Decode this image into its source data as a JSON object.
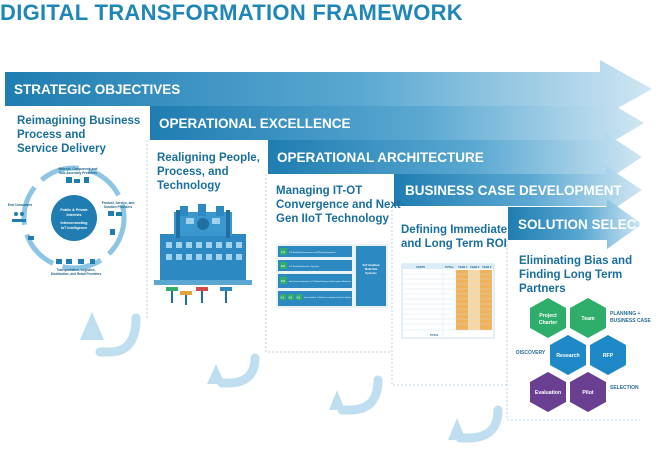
{
  "title": "DIGITAL TRANSFORMATION FRAMEWORK",
  "stages": [
    {
      "label": "STRATEGIC OBJECTIVES",
      "subtitle": [
        "Reimagining Business",
        "Process and",
        "Service Delivery"
      ]
    },
    {
      "label": "OPERATIONAL EXCELLENCE",
      "subtitle": [
        "Realigning People,",
        "Process, and",
        "Technology"
      ]
    },
    {
      "label": "OPERATIONAL ARCHITECTURE",
      "subtitle": [
        "Managing IT-OT",
        "Convergence and Next-",
        "Gen IIoT Technology"
      ]
    },
    {
      "label": "BUSINESS CASE DEVELOPMENT",
      "subtitle": [
        "Defining Immediate",
        "and Long Term ROI"
      ]
    },
    {
      "label": "SOLUTION SELECTION",
      "subtitle": [
        "Eliminating Bias and",
        "Finding Long Term Partners"
      ]
    }
  ],
  "strategic_cycle": {
    "center": [
      "Public & Private",
      "Interests",
      "Interconnecting",
      "IoT Intelligence"
    ],
    "top": [
      "Material, Component, and",
      "Sub-Assembly Providers"
    ],
    "right": [
      "Product, Service, and",
      "Solution Providers"
    ],
    "bottom": [
      "Transportation, Logistics,",
      "Distribution, and Retail Providers"
    ],
    "left": [
      "End Consumers"
    ]
  },
  "architecture": {
    "rows": [
      {
        "num": "1.0",
        "text": "IoT Enabled Governance and Planning Systems"
      },
      {
        "num": "2.0",
        "text": "IoT Enabled Business Systems"
      },
      {
        "num": "3.0",
        "text": "Smart Connected Operations - IoT Enabled Production, Quality, Inventory, Maintenance"
      },
      {
        "nums": [
          "4.1",
          "4.2",
          "4.3"
        ],
        "text": "Smart Connected Assets - IoT Enabled Sensors, Instrumentation, Controls, Assets, and Materials"
      }
    ],
    "side": [
      "IIoT Enabled",
      "Multi-Site",
      "Systems"
    ]
  },
  "business_case": {
    "headers": [
      "COSTS",
      "TOTAL",
      "YEAR 1",
      "YEAR 2",
      "YEAR 3"
    ],
    "total_label": "TOTAL"
  },
  "solution": {
    "hexes": [
      "Project",
      "Charter",
      "Team",
      "Research",
      "RFP",
      "Evaluation",
      "Pilot"
    ],
    "labels": [
      "PLANNING +",
      "BUSINESS CASE",
      "DISCOVERY",
      "SELECTION"
    ]
  },
  "colors": {
    "title": "#1f86b8",
    "band_dark": "#1f7db1",
    "band_light": "#b7dbee",
    "hex_green": "#2fae6b",
    "hex_blue": "#1f88c7",
    "hex_purple": "#6a3f92"
  }
}
